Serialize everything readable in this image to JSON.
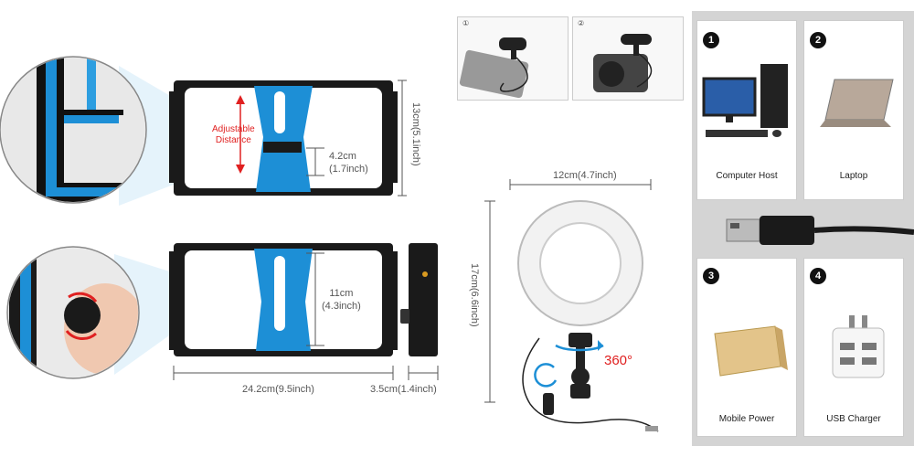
{
  "rig": {
    "adjustable_label_1": "Adjustable",
    "adjustable_label_2": "Distance",
    "dim_gap_cm": "4.2cm",
    "dim_gap_in": "(1.7inch)",
    "dim_height": "13cm(5.1inch)",
    "dim_inner_cm": "11cm",
    "dim_inner_in": "(4.3inch)",
    "dim_width": "24.2cm(9.5inch)",
    "dim_depth": "3.5cm(1.4inch)"
  },
  "mic": {
    "step1": "①",
    "step2": "②"
  },
  "ring_light": {
    "dim_width": "12cm(4.7inch)",
    "dim_height": "17cm(6.6inch)",
    "rotation": "360°"
  },
  "power": {
    "items": [
      {
        "num": "1",
        "label": "Computer Host"
      },
      {
        "num": "2",
        "label": "Laptop"
      },
      {
        "num": "3",
        "label": "Mobile Power"
      },
      {
        "num": "4",
        "label": "USB Charger"
      }
    ]
  },
  "colors": {
    "accent_blue": "#1d8fd6",
    "frame_black": "#1a1a1a",
    "arrow_red": "#e02020",
    "panel_gray": "#d4d4d4"
  }
}
